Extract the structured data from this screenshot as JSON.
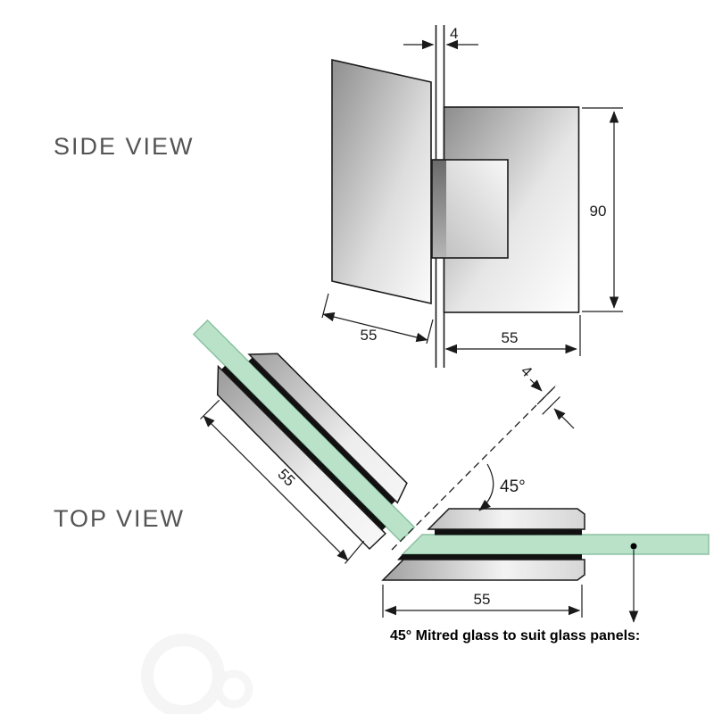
{
  "side_view": {
    "label": "SIDE VIEW",
    "dims": {
      "gap": "4",
      "height": "90",
      "left_width": "55",
      "right_width": "55"
    }
  },
  "top_view": {
    "label": "TOP VIEW",
    "dims": {
      "clamp_length": "55",
      "bottom_width": "55",
      "mitre_gap": "4",
      "angle": "45°"
    }
  },
  "note": {
    "text": "45° Mitred glass to suit glass panels:"
  },
  "colors": {
    "glass_green": "#b9e2c9",
    "gasket_black": "#111111",
    "outline": "#1a1a1a",
    "label_gray": "#545454"
  }
}
